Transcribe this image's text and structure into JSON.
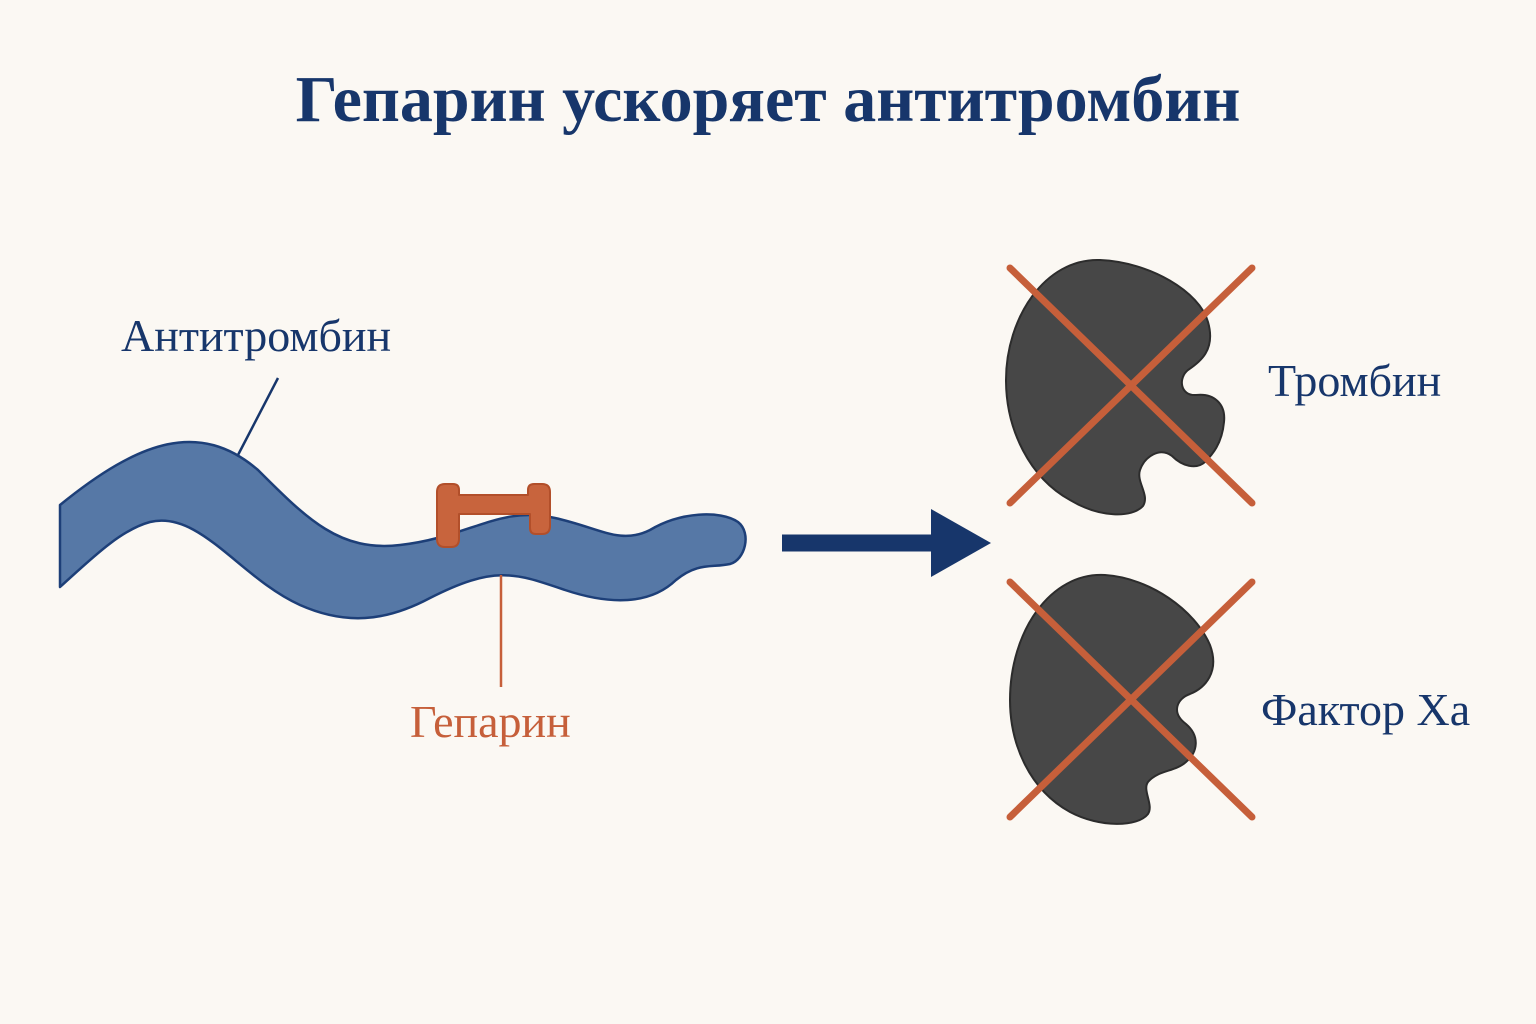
{
  "title": "Гепарин ускоряет антитромбин",
  "labels": {
    "antithrombin": "Антитромбин",
    "heparin": "Гепарин",
    "thrombin": "Тромбин",
    "factor_xa": "Фактор Xa"
  },
  "colors": {
    "navy": "#17366b",
    "ribbon_fill": "#5678a6",
    "ribbon_edge": "#1d3f78",
    "heparin": "#c65f3a",
    "enzyme": "#464646",
    "cross": "#c65f3a",
    "background": "#fbf8f3"
  },
  "state": {
    "thrombin": "inhibited",
    "factor_xa": "inhibited"
  }
}
